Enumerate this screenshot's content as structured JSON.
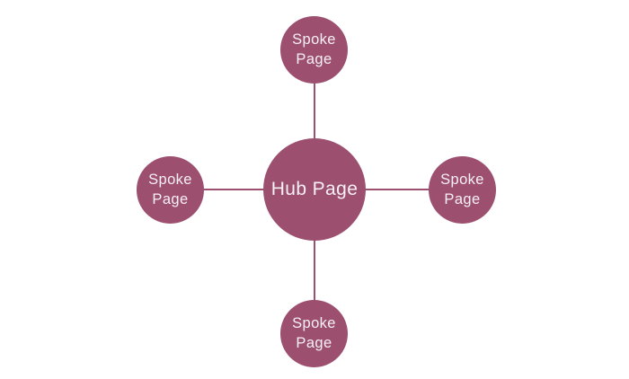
{
  "diagram": {
    "hub": {
      "label": "Hub Page"
    },
    "spokes": [
      {
        "position": "top",
        "label": "Spoke Page"
      },
      {
        "position": "right",
        "label": "Spoke Page"
      },
      {
        "position": "bottom",
        "label": "Spoke Page"
      },
      {
        "position": "left",
        "label": "Spoke Page"
      }
    ],
    "colors": {
      "node_fill": "#9c4f6e",
      "connector": "#9c4f6e",
      "label_text": "#f7f0f4",
      "background": "#ffffff"
    }
  }
}
